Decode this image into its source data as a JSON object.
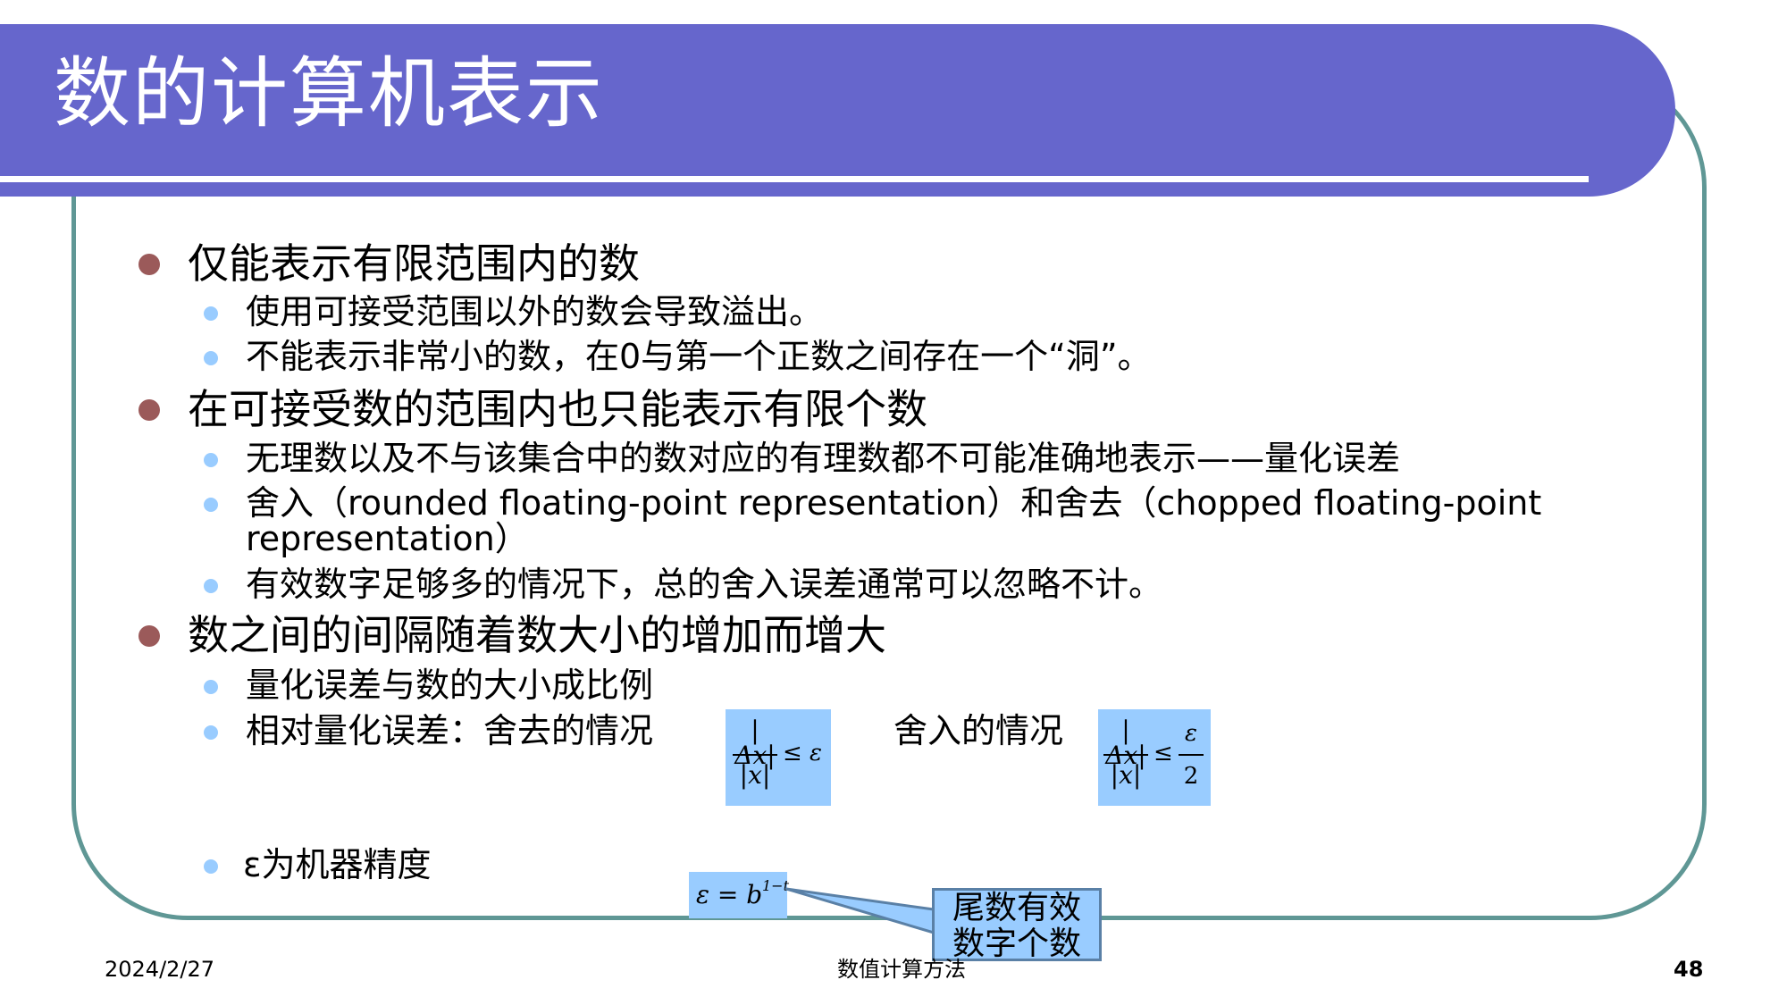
{
  "slide": {
    "title": "数的计算机表示",
    "bullets": [
      {
        "text": "仅能表示有限范围内的数",
        "sub": [
          "使用可接受范围以外的数会导致溢出。",
          "不能表示非常小的数，在0与第一个正数之间存在一个“洞”。"
        ]
      },
      {
        "text": "在可接受数的范围内也只能表示有限个数",
        "sub": [
          "无理数以及不与该集合中的数对应的有理数都不可能准确地表示——量化误差",
          "舍入（rounded floating-point representation）和舍去（chopped floating-point",
          "representation）",
          "有效数字足够多的情况下，总的舍入误差通常可以忽略不计。"
        ]
      },
      {
        "text": "数之间的间隔随着数大小的增加而增大",
        "sub": [
          "量化误差与数的大小成比例",
          "相对量化误差：舍去的情况",
          "舍入的情况",
          "ε为机器精度"
        ]
      }
    ],
    "formulas": {
      "chopped": {
        "num": "|Δx|",
        "den": "|x|",
        "rhs": "≤ ε"
      },
      "rounded": {
        "num": "|Δx|",
        "den": "|x|",
        "rhs": "≤",
        "rhs_num": "ε",
        "rhs_den": "2"
      },
      "epsilon": {
        "lhs": "ε = b",
        "exp": "1−t"
      }
    },
    "callout": [
      "尾数有效",
      "数字个数"
    ],
    "footer": {
      "date": "2024/2/27",
      "course": "数值计算方法",
      "page": "48"
    }
  },
  "colors": {
    "title_band": "#6666cc",
    "frame": "#5f9795",
    "bullet_level1": "#9b5a5a",
    "bullet_level2": "#99ccff",
    "formula_bg": "#99ccff"
  }
}
